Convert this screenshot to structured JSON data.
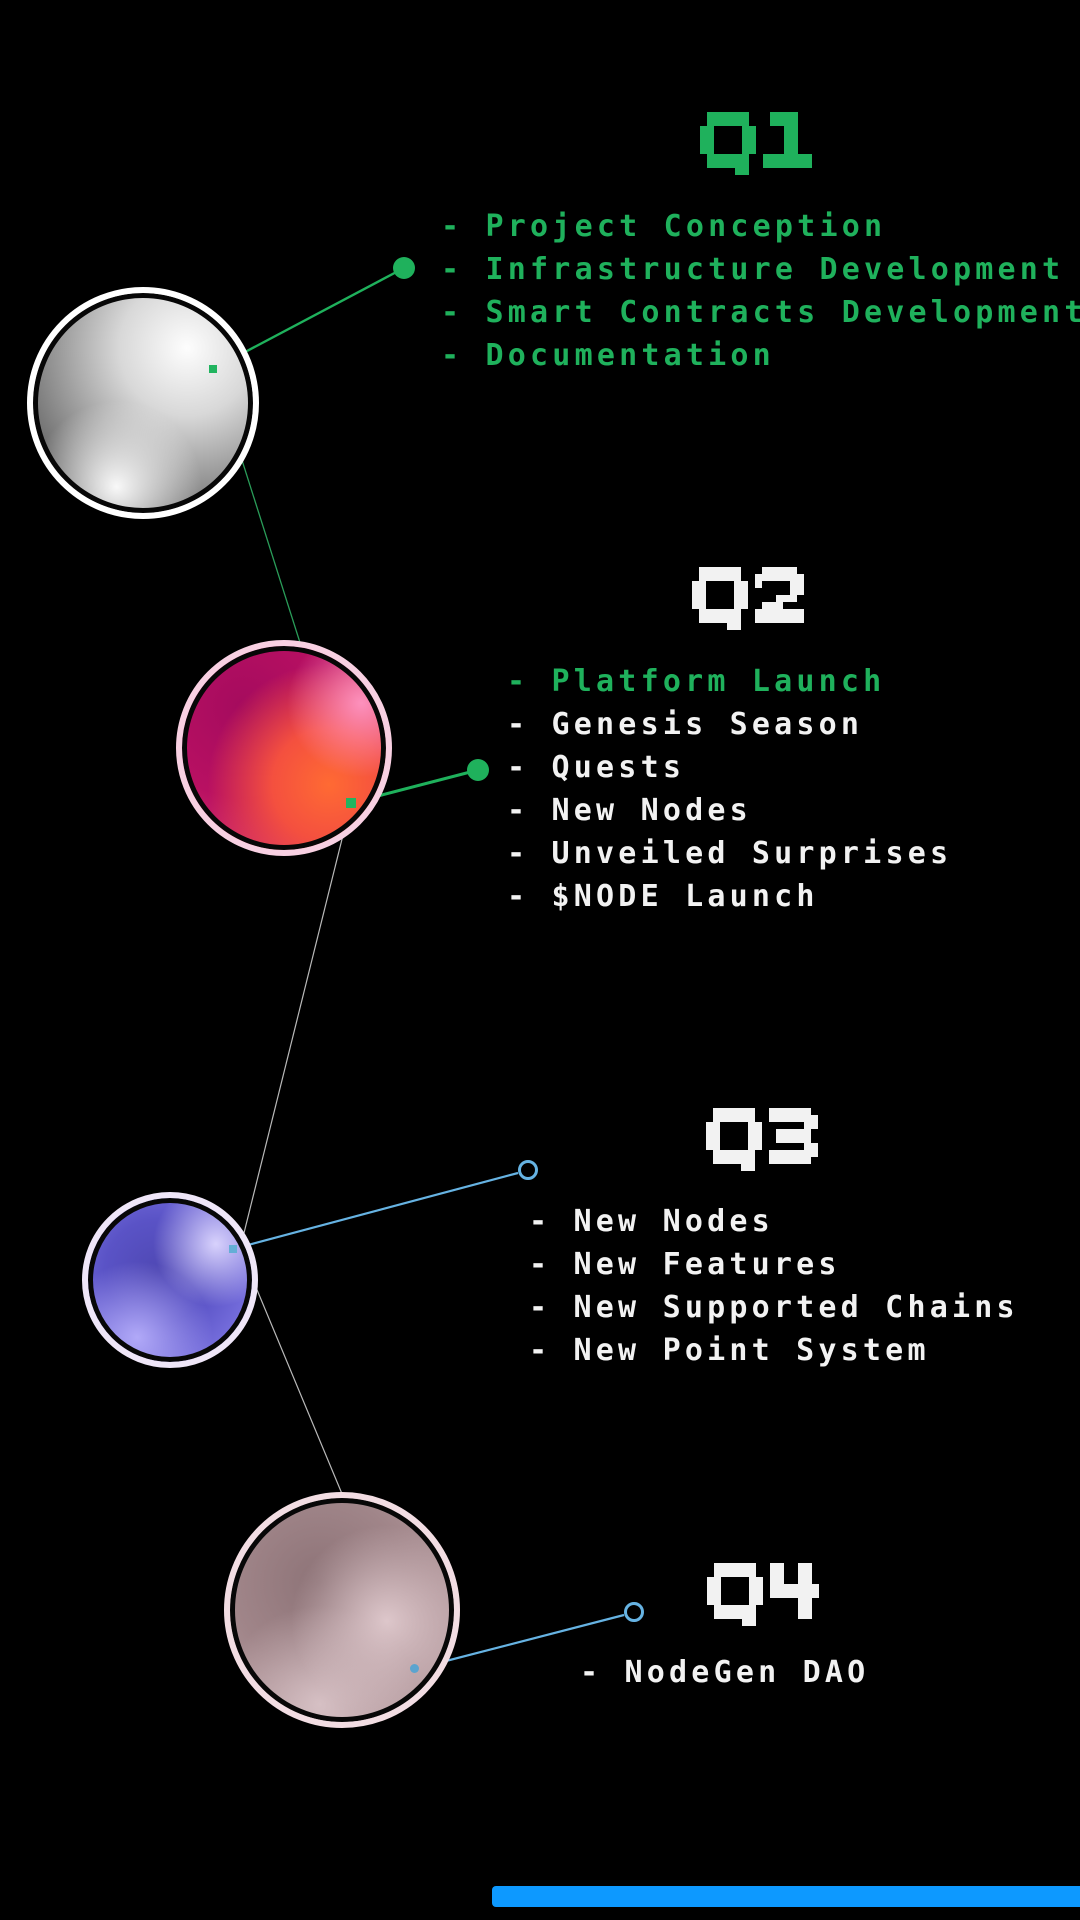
{
  "colors": {
    "green": "#1fb15c",
    "white": "#f2f2f2",
    "blue": "#66b3e3",
    "grey_line": "#c9c9c9",
    "footer_blue": "#0d99ff",
    "background": "#000000"
  },
  "quarters": [
    {
      "label": "Q1",
      "heading_color": "green",
      "items": [
        {
          "text": "- Project Conception",
          "color": "green"
        },
        {
          "text": "- Infrastructure Development",
          "color": "green"
        },
        {
          "text": "- Smart Contracts Development",
          "color": "green"
        },
        {
          "text": "- Documentation",
          "color": "green"
        }
      ]
    },
    {
      "label": "Q2",
      "heading_color": "white",
      "items": [
        {
          "text": "- Platform Launch",
          "color": "green"
        },
        {
          "text": "- Genesis Season",
          "color": "white"
        },
        {
          "text": "- Quests",
          "color": "white"
        },
        {
          "text": "- New Nodes",
          "color": "white"
        },
        {
          "text": "- Unveiled Surprises",
          "color": "white"
        },
        {
          "text": "- $NODE Launch",
          "color": "white"
        }
      ]
    },
    {
      "label": "Q3",
      "heading_color": "white",
      "items": [
        {
          "text": "- New Nodes",
          "color": "white"
        },
        {
          "text": "- New Features",
          "color": "white"
        },
        {
          "text": "- New Supported Chains",
          "color": "white"
        },
        {
          "text": "- New Point System",
          "color": "white"
        }
      ]
    },
    {
      "label": "Q4",
      "heading_color": "white",
      "items": [
        {
          "text": "- NodeGen DAO",
          "color": "white"
        }
      ]
    }
  ]
}
